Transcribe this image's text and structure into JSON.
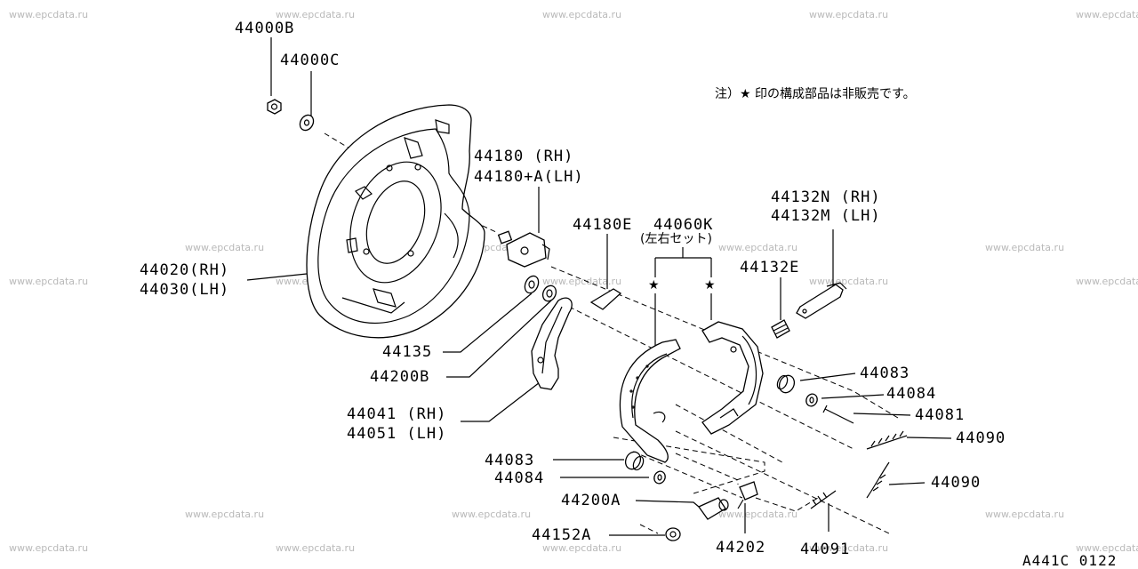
{
  "diagram": {
    "note": "注）★ 印の構成部品は非販売です。",
    "diagram_code": "A441C 0122",
    "labels": {
      "l44000B": "44000B",
      "l44000C": "44000C",
      "l44180": "44180  (RH)",
      "l44180A": "44180+A(LH)",
      "l44180E": "44180E",
      "l44060K": "44060K",
      "l44060K_sub": "(左右セット)",
      "l44132N": "44132N (RH)",
      "l44132M": "44132M (LH)",
      "l44132E": "44132E",
      "l44020": "44020(RH)",
      "l44030": "44030(LH)",
      "l44135": "44135",
      "l44200B": "44200B",
      "l44083a": "44083",
      "l44084a": "44084",
      "l44081": "44081",
      "l44090a": "44090",
      "l44090b": "44090",
      "l44041": "44041 (RH)",
      "l44051": "44051 (LH)",
      "l44083b": "44083",
      "l44084b": "44084",
      "l44200A": "44200A",
      "l44152A": "44152A",
      "l44202": "44202",
      "l44091": "44091"
    },
    "stars": [
      "★",
      "★"
    ],
    "watermark": "www.epcdata.ru"
  }
}
